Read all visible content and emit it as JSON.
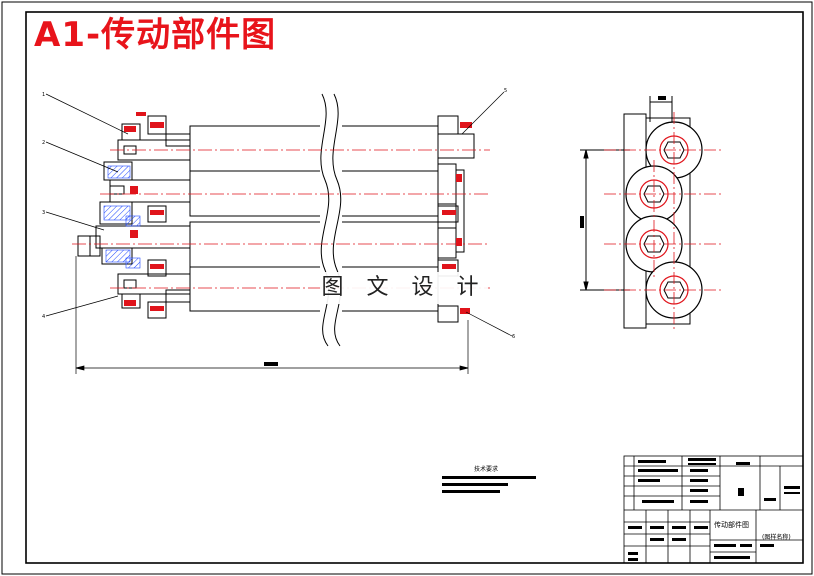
{
  "title": "A1-传动部件图",
  "watermark": "图 文 设 计",
  "technical_requirements_heading": "技术要求",
  "title_block": {
    "drawing_name": "传动部件图",
    "unit_name": "(图样名称)"
  },
  "balloons": [
    "1",
    "2",
    "3",
    "4",
    "5",
    "6"
  ],
  "colors": {
    "frame": "#000000",
    "centerline": "#e0141b",
    "bearing": "#e0141b",
    "hatch": "#1f49ff",
    "title": "#e8141b"
  }
}
